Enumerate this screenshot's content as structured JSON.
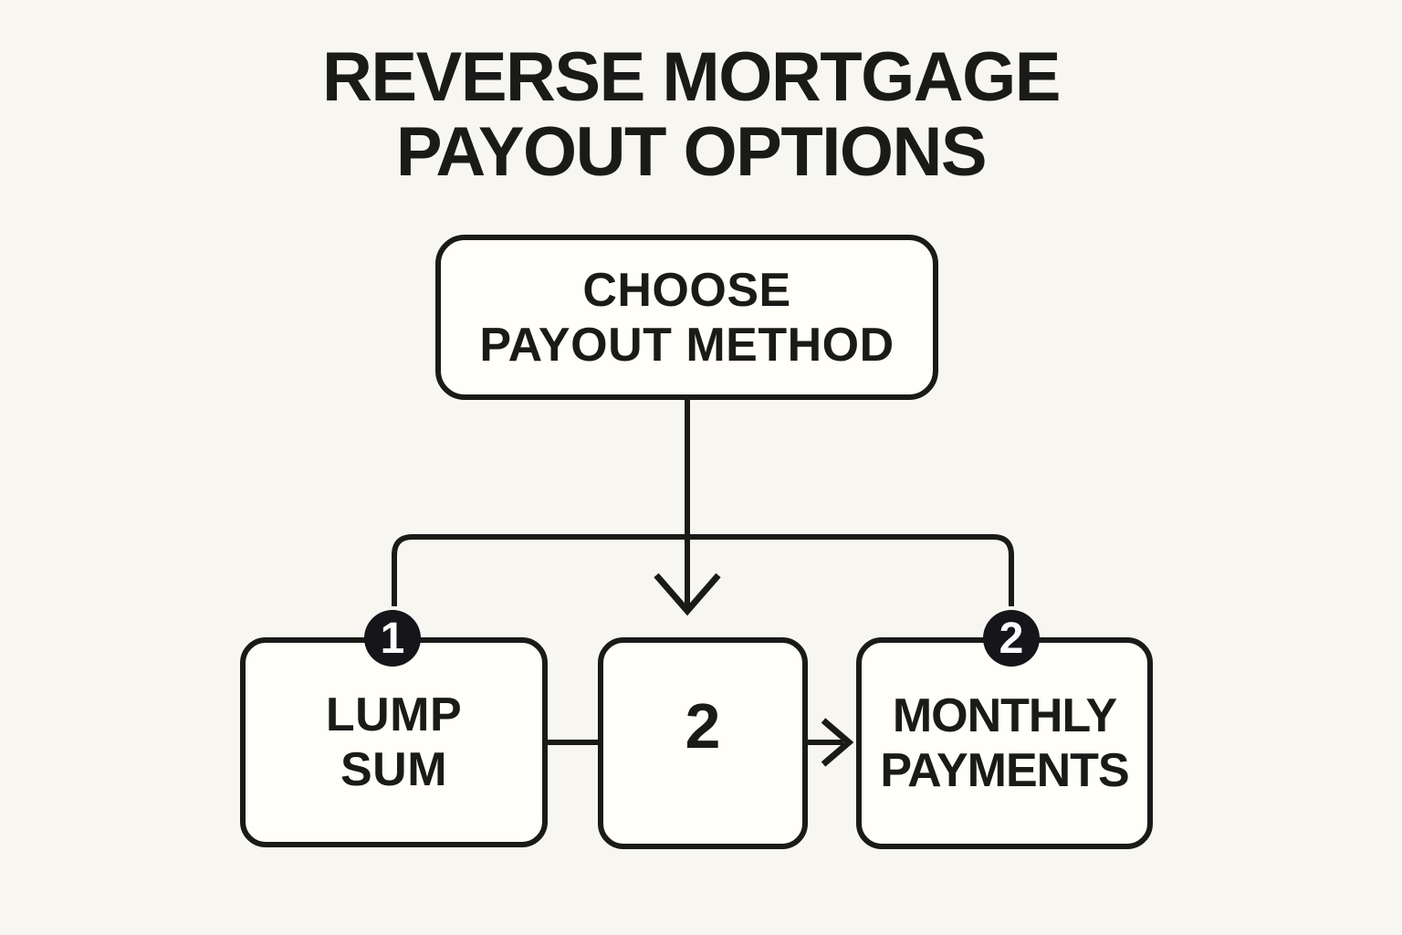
{
  "title": {
    "line1": "REVERSE MORTGAGE",
    "line2": "PAYOUT OPTIONS"
  },
  "flow": {
    "root": {
      "line1": "CHOOSE",
      "line2": "PAYOUT METHOD"
    },
    "option1": {
      "badge": "1",
      "line1": "LUMP",
      "line2": "SUM"
    },
    "middle": {
      "label": "2"
    },
    "option2": {
      "badge": "2",
      "line1": "MONTHLY",
      "line2": "PAYMENTS"
    }
  },
  "colors": {
    "background": "#f8f6f1",
    "box_fill": "#fffef9",
    "ink": "#1a1a19",
    "badge_fill": "#16151a",
    "badge_text": "#ffffff"
  }
}
